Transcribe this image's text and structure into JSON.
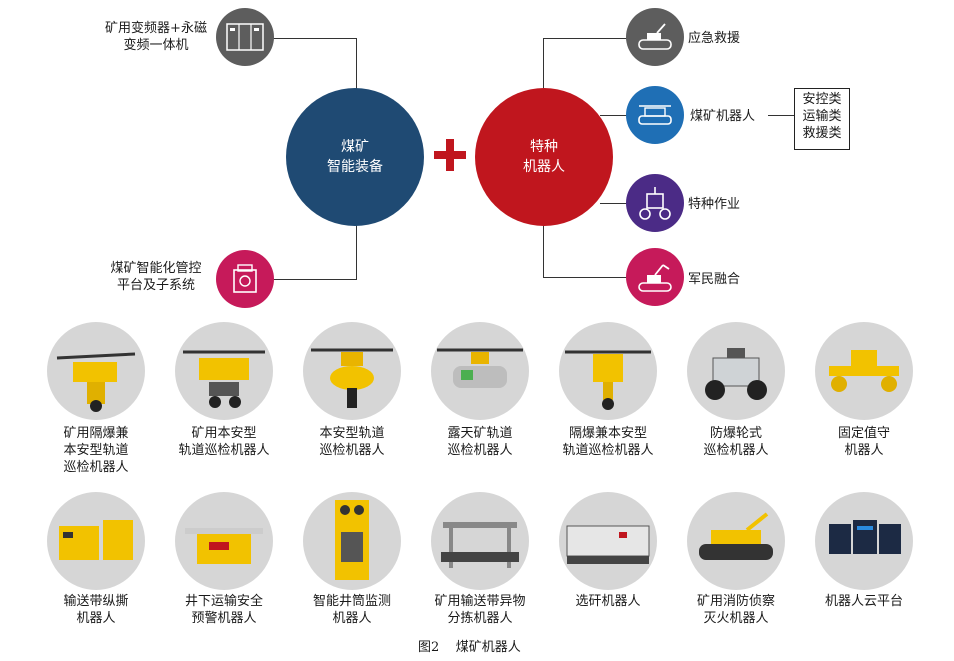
{
  "diagram": {
    "center_left": "煤矿\n智能装备",
    "center_right": "特种\n机器人",
    "colors": {
      "blue": "#1f4a73",
      "red": "#c0161e",
      "grey_icon": "#5d5d5d",
      "blue_icon": "#1f6fb5",
      "purple_icon": "#4b2b86",
      "pink_icon": "#c61a5a"
    },
    "left_top": "矿用变频器+永磁\n变频一体机",
    "left_bottom": "煤矿智能化管控\n平台及子系统",
    "right_items": [
      "应急救援",
      "煤矿机器人",
      "特种作业",
      "军民融合"
    ],
    "box_items": "安控类\n运输类\n救援类"
  },
  "robots_row1": [
    {
      "label": "矿用隔爆兼\n本安型轨道\n巡检机器人",
      "icon": "rail-inspection-robot-icon"
    },
    {
      "label": "矿用本安型\n轨道巡检机器人",
      "icon": "rail-inspection-robot-icon"
    },
    {
      "label": "本安型轨道\n巡检机器人",
      "icon": "rail-inspection-robot-icon"
    },
    {
      "label": "露天矿轨道\n巡检机器人",
      "icon": "rail-inspection-robot-icon"
    },
    {
      "label": "隔爆兼本安型\n轨道巡检机器人",
      "icon": "rail-inspection-robot-icon"
    },
    {
      "label": "防爆轮式\n巡检机器人",
      "icon": "wheeled-robot-icon"
    },
    {
      "label": "固定值守\n机器人",
      "icon": "fixed-guard-robot-icon"
    }
  ],
  "robots_row2": [
    {
      "label": "输送带纵撕\n机器人",
      "icon": "cabinet-icon"
    },
    {
      "label": "井下运输安全\n预警机器人",
      "icon": "warning-robot-icon"
    },
    {
      "label": "智能井筒监测\n机器人",
      "icon": "shaft-robot-icon"
    },
    {
      "label": "矿用输送带异物\n分拣机器人",
      "icon": "sorting-robot-icon"
    },
    {
      "label": "选矸机器人",
      "icon": "gangue-robot-icon"
    },
    {
      "label": "矿用消防侦察\n灭火机器人",
      "icon": "firefighting-robot-icon"
    },
    {
      "label": "机器人云平台",
      "icon": "cloud-platform-icon"
    }
  ],
  "caption": "图2    煤矿机器人"
}
